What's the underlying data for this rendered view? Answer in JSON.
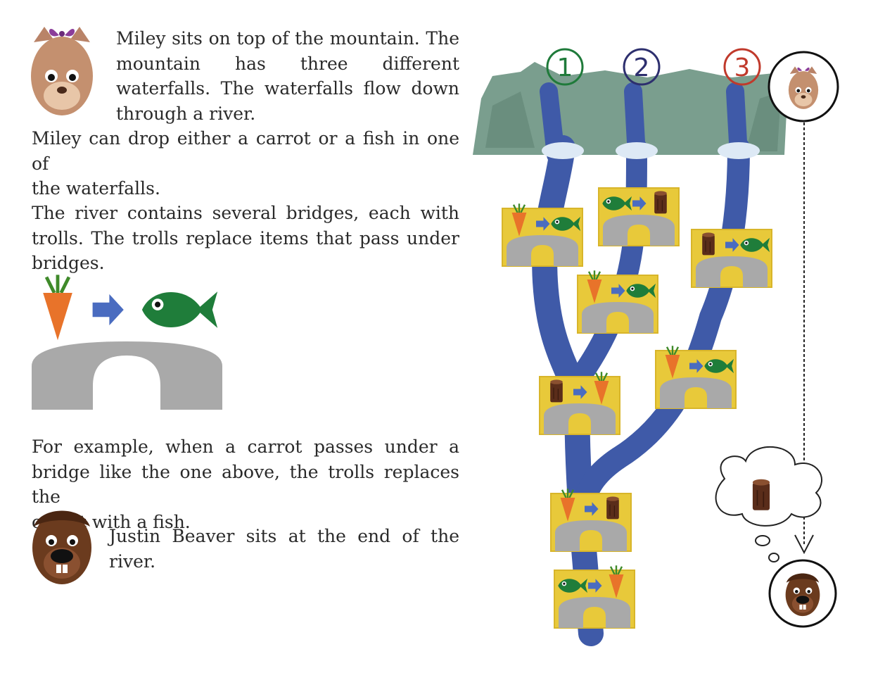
{
  "intro": {
    "lines": [
      "Miley sits on top of the mountain. The",
      "mountain has three different",
      "waterfalls. The waterfalls flow down",
      "through a river."
    ],
    "cont": [
      "Miley can drop either a carrot or a fish in one of",
      "the waterfalls."
    ]
  },
  "bridges_text": {
    "lines": [
      "The river contains several bridges, each with",
      "trolls. The trolls replace items that pass under",
      "bridges."
    ]
  },
  "example_text": {
    "lines": [
      "For example, when a carrot passes under a",
      "bridge like the one above, the trolls replaces the",
      "carrot with a fish."
    ]
  },
  "beaver_text": {
    "lines": [
      "Justin Beaver sits at the end of the",
      "river."
    ]
  },
  "waterfalls": [
    {
      "label": "1",
      "color": "#1f7a3a"
    },
    {
      "label": "2",
      "color": "#2d2f6e"
    },
    {
      "label": "3",
      "color": "#c0392b"
    }
  ],
  "bridges": [
    {
      "from": "carrot",
      "to": "fish"
    },
    {
      "from": "fish",
      "to": "log"
    },
    {
      "from": "log",
      "to": "fish"
    },
    {
      "from": "carrot",
      "to": "fish"
    },
    {
      "from": "log",
      "to": "carrot"
    },
    {
      "from": "carrot",
      "to": "fish"
    },
    {
      "from": "carrot",
      "to": "log"
    },
    {
      "from": "fish",
      "to": "carrot"
    }
  ],
  "thought_item": "log",
  "colors": {
    "river": "#3f5aa8",
    "mountain": "#7a9e8e",
    "bridge_bg": "#e8c93a",
    "bridge_stone": "#a9a9a9",
    "carrot": "#e8732a",
    "fish": "#1f7d3a",
    "arrow": "#4a6cc0",
    "log": "#5a2d1a"
  }
}
